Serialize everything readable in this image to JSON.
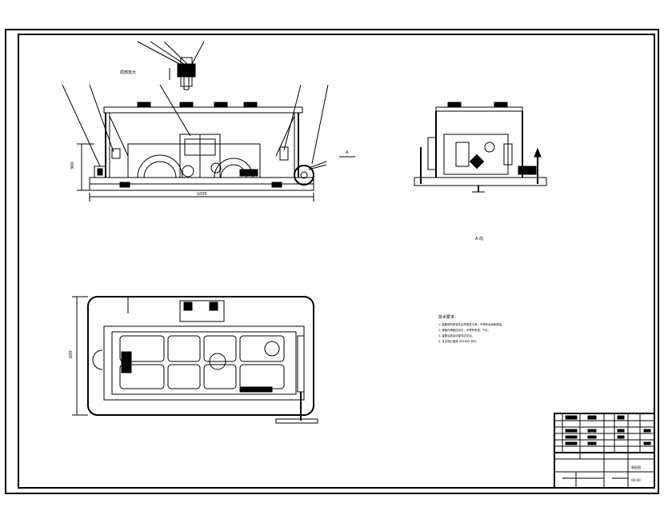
{
  "drawing": {
    "section_label": "A 向",
    "section_marker": "A",
    "detail_label": "局部放大",
    "dimension_height": "300",
    "dimension_length": "1000",
    "dimension_width": "600"
  },
  "technical_requirements": {
    "heading": "技术要求：",
    "items": [
      "1. 装配前所有零件必须清洗干净，不得有毛刺和锈蚀。",
      "2. 焊接件焊缝应均匀，不得有夹渣、气孔。",
      "3. 装配后各运动部件应灵活。",
      "4. 未注明公差按 GB1804 执行。"
    ]
  },
  "title_block": {
    "drawing_title": "装配图",
    "drawing_number": "00-00"
  }
}
